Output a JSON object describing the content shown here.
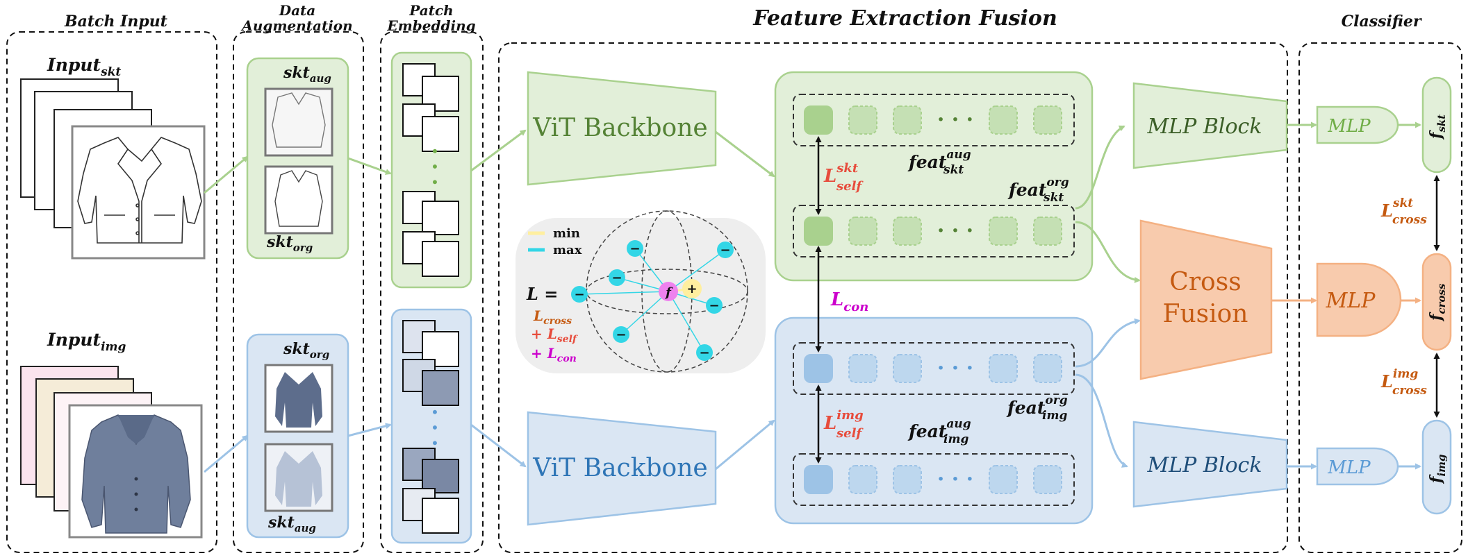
{
  "sections": {
    "batch_input": "Batch Input",
    "data_augmentation": [
      "Data",
      "Augmentation"
    ],
    "patch_embedding": [
      "Patch",
      "Embedding"
    ],
    "feature_extraction_fusion": "Feature Extraction Fusion",
    "classifier": "Classifier"
  },
  "inputs": {
    "skt": {
      "base": "Input",
      "sub": "skt"
    },
    "img": {
      "base": "Input",
      "sub": "img"
    }
  },
  "augmentation": {
    "skt_top": {
      "base": "skt",
      "sub": "aug"
    },
    "skt_bottom": {
      "base": "skt",
      "sub": "org"
    },
    "img_top": {
      "base": "skt",
      "sub": "org"
    },
    "img_bottom": {
      "base": "skt",
      "sub": "aug"
    }
  },
  "backbone_label": "ViT Backbone",
  "features": {
    "skt_aug": {
      "base": "feat",
      "sub": "skt",
      "sup": "aug"
    },
    "skt_org": {
      "base": "feat",
      "sub": "skt",
      "sup": "org"
    },
    "img_org": {
      "base": "feat",
      "sub": "img",
      "sup": "org"
    },
    "img_aug": {
      "base": "feat",
      "sub": "img",
      "sup": "aug"
    }
  },
  "losses": {
    "self_skt": {
      "base": "L",
      "sub": "self",
      "sup": "skt"
    },
    "self_img": {
      "base": "L",
      "sub": "self",
      "sup": "img"
    },
    "con": {
      "base": "L",
      "sub": "con"
    },
    "cross_skt": {
      "base": "L",
      "sub": "cross",
      "sup": "skt"
    },
    "cross_img": {
      "base": "L",
      "sub": "cross",
      "sup": "img"
    }
  },
  "legend": {
    "min_label": "min",
    "max_label": "max",
    "eq_lhs": "L =",
    "term1": {
      "base": "L",
      "sub": "cross"
    },
    "term2": {
      "prefix": "+ ",
      "base": "L",
      "sub": "self"
    },
    "term3": {
      "prefix": "+ ",
      "base": "L",
      "sub": "con"
    },
    "anchor_symbol": "f",
    "plus_symbol": "+",
    "minus_symbol": "−"
  },
  "mlp_block_label": "MLP Block",
  "cross_fusion_label": [
    "Cross",
    "Fusion"
  ],
  "mlp_label": "MLP",
  "outputs": {
    "skt": {
      "base": "f",
      "sub": "skt"
    },
    "cross": {
      "base": "f",
      "sub": "cross"
    },
    "img": {
      "base": "f",
      "sub": "img"
    }
  },
  "token_dots": "· · ·",
  "colors": {
    "green_fill": "#e2efd9",
    "green_stroke": "#a9d18e",
    "green_dark": "#548235",
    "blue_fill": "#dae6f3",
    "blue_stroke": "#9dc3e6",
    "blue_dark": "#2e75b6",
    "orange_fill": "#f8cbad",
    "orange_stroke": "#f4b183",
    "orange_dark": "#c55a11",
    "red_loss": "#e74c3c",
    "magenta": "#cc00cc",
    "cyan": "#33d6e6"
  }
}
